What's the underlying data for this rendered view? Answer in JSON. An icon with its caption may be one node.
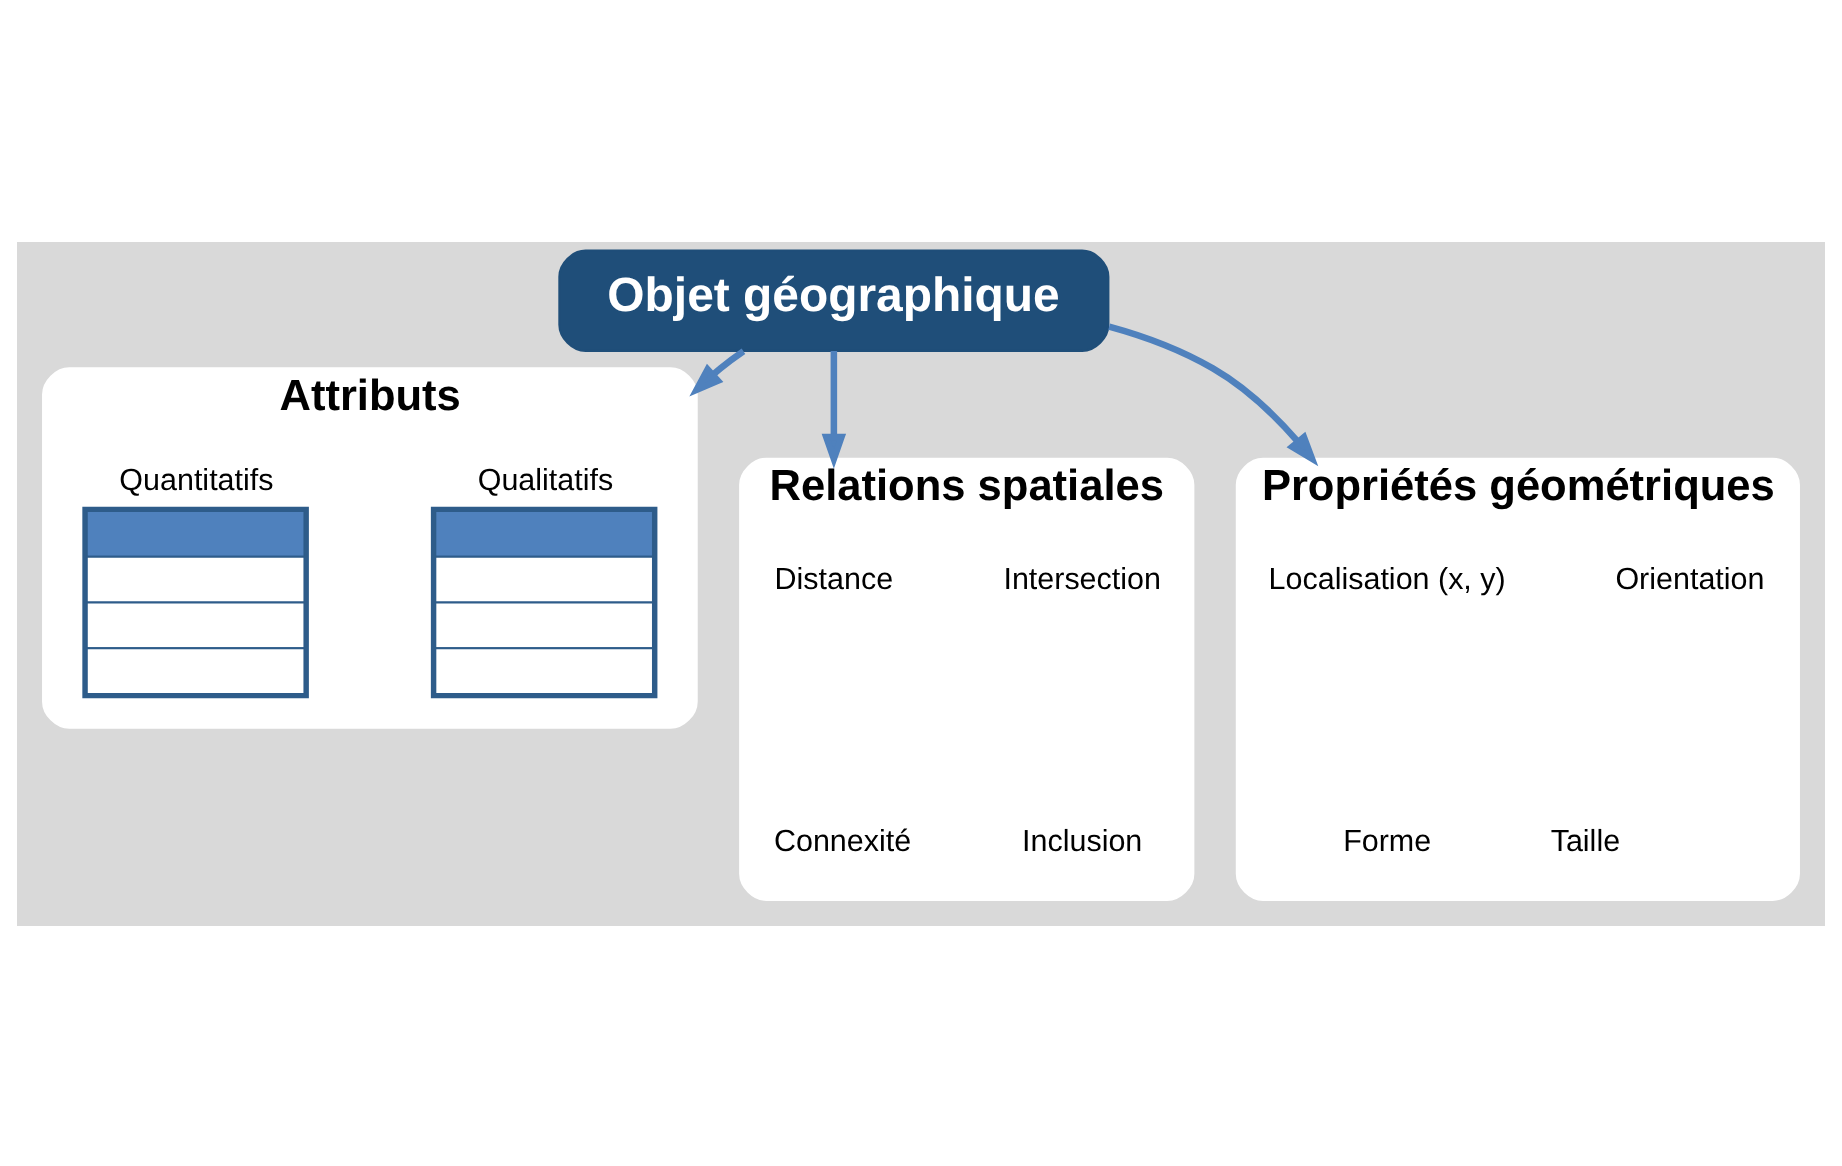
{
  "diagram": {
    "nodes": [
      {
        "text": [
          "Objet géographique"
        ]
      },
      {
        "text": [
          "Attributs"
        ]
      },
      {
        "text": [
          "Qualitatifs"
        ],
        "in": 1
      },
      {
        "text": [
          "Quantitatifs"
        ],
        "in": 1
      },
      {
        "text": [
          "Relations spatiales"
        ]
      },
      {
        "text": [
          "Propriétés géométriques"
        ]
      }
    ],
    "edges": [
      {
        "from": 0,
        "to": 1,
        "arrow": "to"
      },
      {
        "from": 0,
        "to": 4,
        "arrow": "to"
      },
      {
        "from": 0,
        "to": 5,
        "arrow": "to"
      }
    ],
    "labels": [
      "Distance",
      "Intersection",
      "Connexité",
      "Inclusion",
      "Localisation (x, y)",
      "Orientation",
      "Forme",
      "Taille"
    ]
  }
}
